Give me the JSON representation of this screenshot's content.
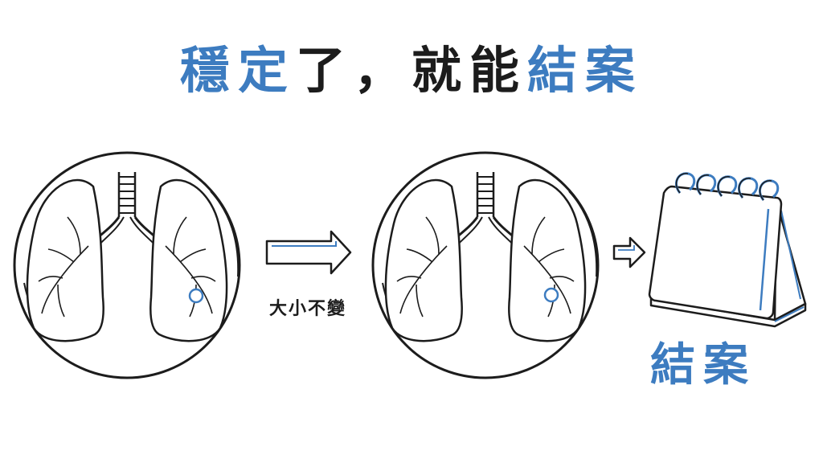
{
  "title": {
    "part1": "穩定",
    "part2": "了，就能",
    "part3": "結案"
  },
  "caption": "大小不變",
  "result_label": "結案",
  "colors": {
    "accent": "#3d7cc0",
    "ink": "#1c1c1c",
    "background": "#ffffff"
  },
  "icons": {
    "lung_before": "lungs-icon",
    "lung_after": "lungs-icon",
    "arrow_large": "arrow-right-icon",
    "arrow_small": "arrow-right-icon",
    "calendar": "desk-calendar-icon",
    "nodule": "nodule-circle"
  }
}
